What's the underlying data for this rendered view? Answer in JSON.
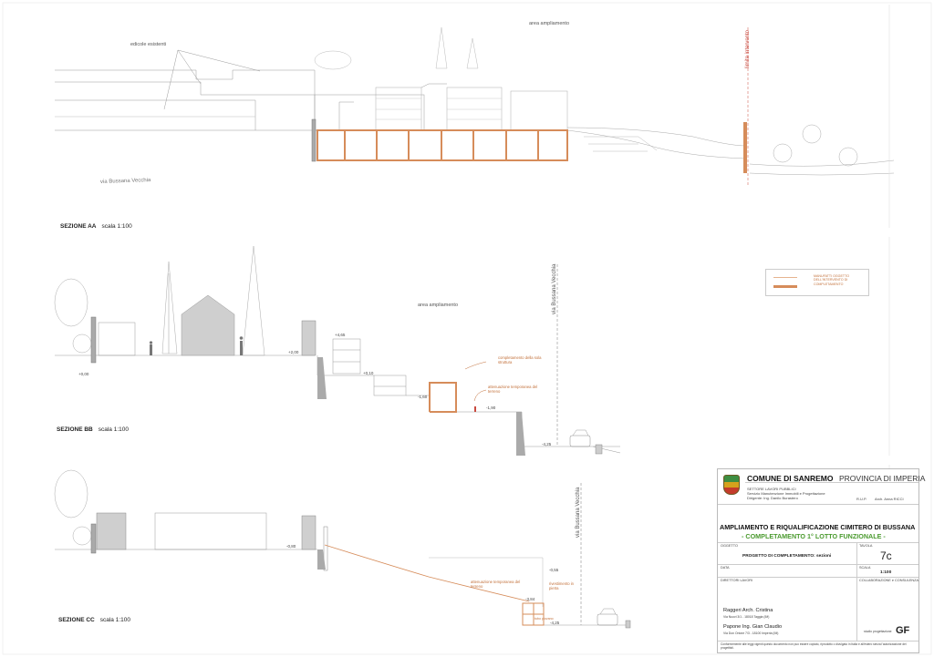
{
  "sections": {
    "aa": {
      "title": "SEZIONE AA",
      "scale": "scala 1:100",
      "labels": {
        "existing": "edicole esistenti",
        "expansion": "area ampliamento",
        "road": "via Bussana Vecchia",
        "limit": "limite intervento"
      }
    },
    "bb": {
      "title": "SEZIONE BB",
      "scale": "scala 1:100",
      "labels": {
        "expansion": "area ampliamento",
        "road": "via Bussana Vecchia",
        "completion": "completamento della sola struttura",
        "mitigation": "attenuazione temporanea del terreno"
      },
      "levels": [
        "+0,00",
        "+2,00",
        "+4,65",
        "+0,10",
        "-1,60",
        "-1,90",
        "-4,25"
      ]
    },
    "cc": {
      "title": "SEZIONE CC",
      "scale": "scala 1:100",
      "labels": {
        "road": "via Bussana Vecchia",
        "mitigation": "attenuazione temporanea del terreno",
        "paving": "rivestimento in pietra",
        "drain": "tubo piovano"
      },
      "levels": [
        "-0,80",
        "-0,55",
        "-3,84",
        "-4,25"
      ]
    }
  },
  "legend": {
    "text": "MANUFATTI OGGETTO DELL'INTERVENTO DI COMPLETAMENTO"
  },
  "title_block": {
    "comune": "COMUNE DI SANREMO",
    "provincia": "PROVINCIA DI IMPERIA",
    "settore": "SETTORE LAVORI PUBBLICI",
    "servizio": "Servizio Manutenzione Immobili e Progettazione",
    "dirigente": "Dirigente: Ing. Danilo Burastero",
    "rup_label": "R.U.P.",
    "rup_name": "Arch. Anna RICCI",
    "project_title": "AMPLIAMENTO E RIQUALIFICAZIONE CIMITERO DI BUSSANA",
    "project_sub": "- COMPLETAMENTO 1° LOTTO FUNZIONALE -",
    "oggetto_label": "OGGETTO",
    "oggetto_value": "PROGETTO DI COMPLETAMENTO: sezioni",
    "tavola_label": "TAVOLA",
    "tavola_value": "7c",
    "data_label": "DATA",
    "scala_label": "SCALA",
    "scala_value": "1:100",
    "direttori_label": "DIRETTORI LAVORI",
    "collab_label": "COLLABORAZIONE e CONSULENZA",
    "person1": "Raggeri Arch. Cristina",
    "person1_info": "Via Nuovi 3/1 - 18018 Taggia (IM)",
    "person2": "Papone Ing. Gian Claudio",
    "person2_info": "Via Don Orione 7/3 - 18100 Imperia (IM)",
    "studio": "studio progettazione",
    "studio_logo": "GF",
    "footer": "Conformemente alle leggi vigenti questo documento non può essere copiato, riprodotto o divulgato in Italia e all'estero senza l'autorizzazione dei progettisti."
  },
  "colors": {
    "accent": "#d68c5a",
    "accent_light": "#e6b48f",
    "limit_red": "#c94a3f",
    "green": "#4a9a2e"
  }
}
